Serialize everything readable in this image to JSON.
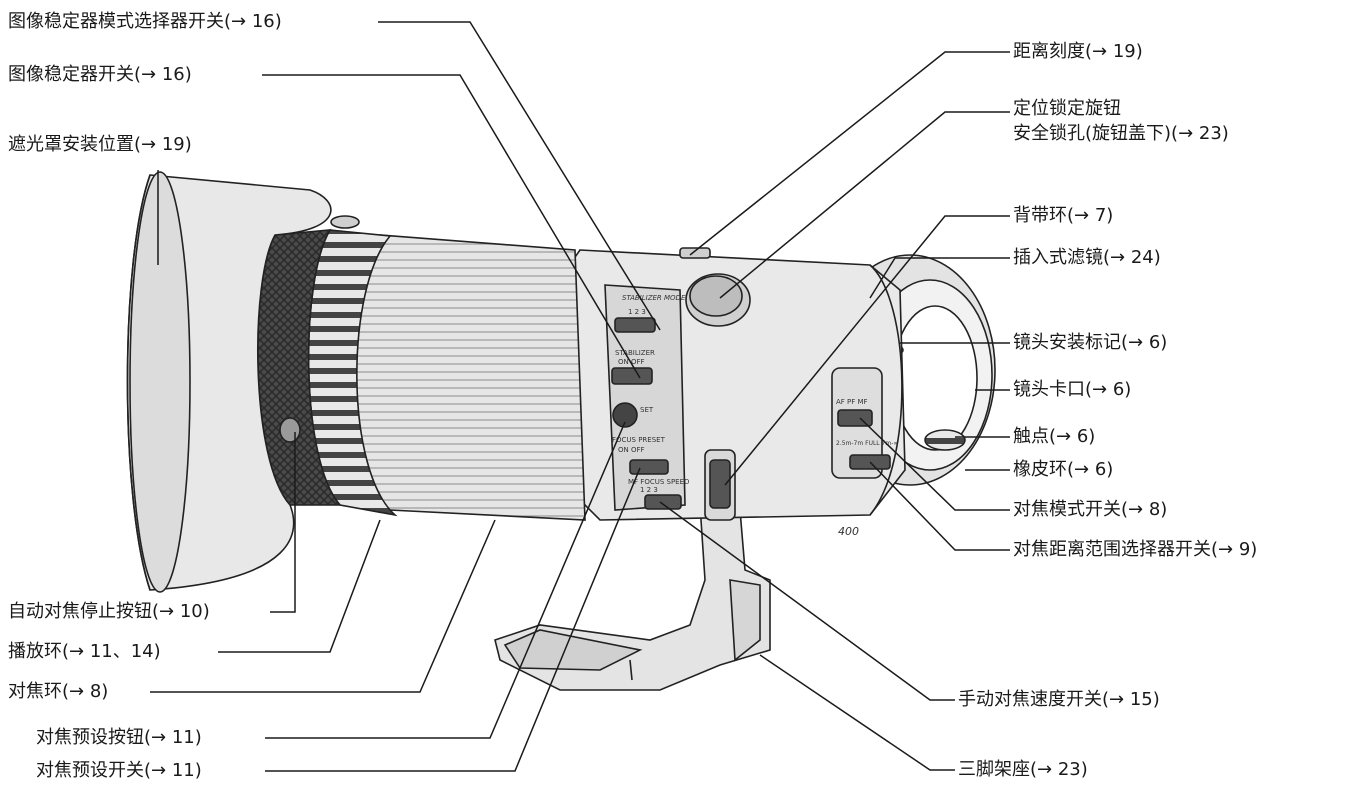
{
  "labels": {
    "stabilizer_mode_switch": "图像稳定器模式选择器开关(→ 16)",
    "stabilizer_switch": "图像稳定器开关(→ 16)",
    "hood_mount": "遮光罩安装位置(→ 19)",
    "distance_scale": "距离刻度(→ 19)",
    "positioning_lock_knob": "定位锁定旋钮",
    "safety_lock_hole": "安全锁孔(旋钮盖下)(→ 23)",
    "strap_ring": "背带环(→ 7)",
    "drop_in_filter": "插入式滤镜(→ 24)",
    "lens_mount_index": "镜头安装标记(→ 6)",
    "lens_mount": "镜头卡口(→ 6)",
    "contacts": "触点(→ 6)",
    "rubber_ring": "橡皮环(→ 6)",
    "focus_mode_switch": "对焦模式开关(→ 8)",
    "focus_distance_range_switch": "对焦距离范围选择器开关(→ 9)",
    "af_stop_button": "自动对焦停止按钮(→ 10)",
    "playback_ring": "播放环(→ 11、14)",
    "focus_ring": "对焦环(→ 8)",
    "focus_preset_button": "对焦预设按钮(→ 11)",
    "focus_preset_switch": "对焦预设开关(→ 11)",
    "manual_focus_speed_switch": "手动对焦速度开关(→ 15)",
    "tripod_mount": "三脚架座(→ 23)"
  },
  "lens_markings": {
    "stabilizer_mode_title": "STABILIZER MODE",
    "stabilizer_mode_positions": "1 2 3",
    "stabilizer_title": "STABILIZER",
    "stabilizer_positions": "ON OFF",
    "set_label": "SET",
    "focus_preset_title": "FOCUS PRESET",
    "focus_preset_positions": "ON OFF",
    "mf_speed_title": "MF FOCUS SPEED",
    "mf_speed_positions": "1 2 3",
    "focus_mode_positions": "AF PF MF",
    "distance_range": "2.5m-7m FULL 7m-∞",
    "focal_length": "400"
  },
  "colors": {
    "line": "#1a1a1a",
    "lens_body": "#e9e9e9",
    "lens_shade": "#cfcfcf",
    "dark": "#3a3a3a"
  }
}
